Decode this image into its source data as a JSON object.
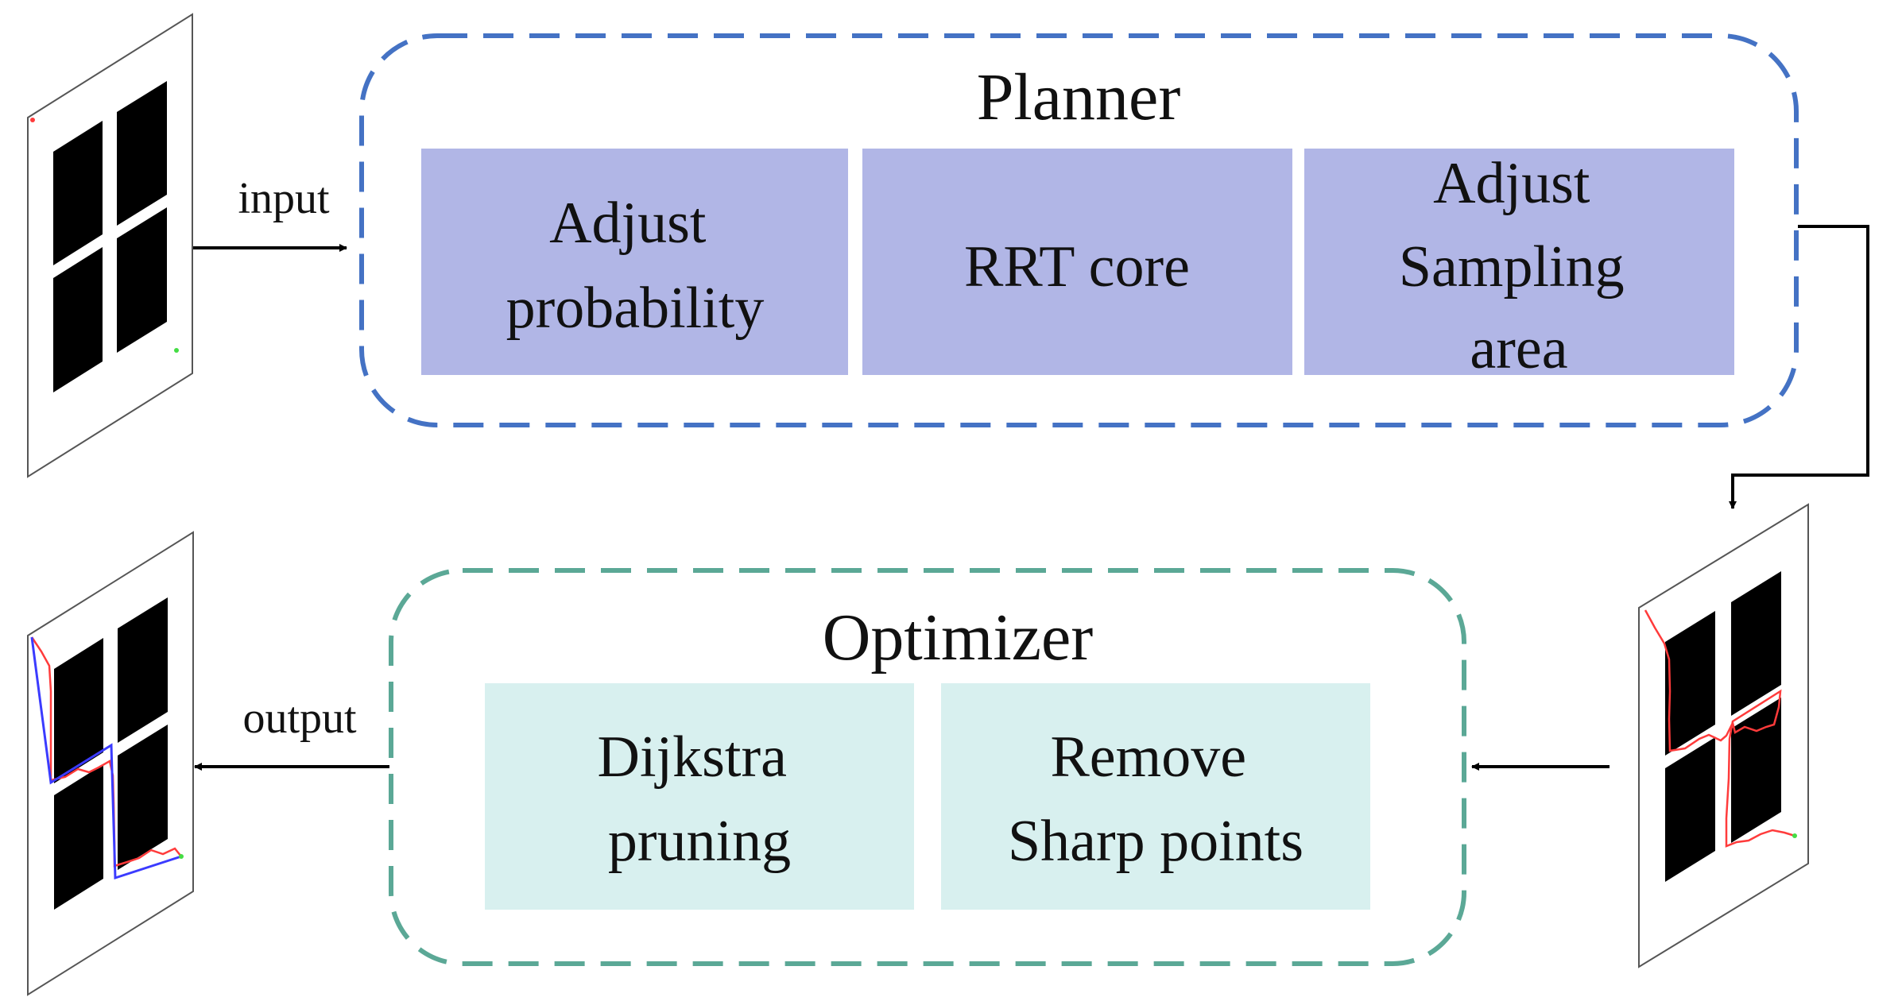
{
  "planner": {
    "title": "Planner",
    "border_color": "#4472C4",
    "box_fill": "#B1B6E6",
    "steps": [
      {
        "lines": [
          "Adjust",
          "probability"
        ]
      },
      {
        "lines": [
          "RRT core"
        ]
      },
      {
        "lines": [
          "Adjust",
          "Sampling",
          "area"
        ]
      }
    ]
  },
  "optimizer": {
    "title": "Optimizer",
    "border_color": "#5BA896",
    "box_fill": "#D8F0EF",
    "steps": [
      {
        "lines": [
          "Dijkstra",
          "pruning"
        ]
      },
      {
        "lines": [
          "Remove",
          "Sharp points"
        ]
      }
    ]
  },
  "edges": {
    "input_label": "input",
    "output_label": "output"
  },
  "maps": {
    "input_map": "map-with-start-and-goal",
    "planned_map": "map-with-rrt-path",
    "output_map": "map-with-optimized-path",
    "raw_path_color": "#FF3B3B",
    "optimized_path_color": "#3B3BFF",
    "goal_color": "#44DD44",
    "obstacle_color": "#000000"
  }
}
